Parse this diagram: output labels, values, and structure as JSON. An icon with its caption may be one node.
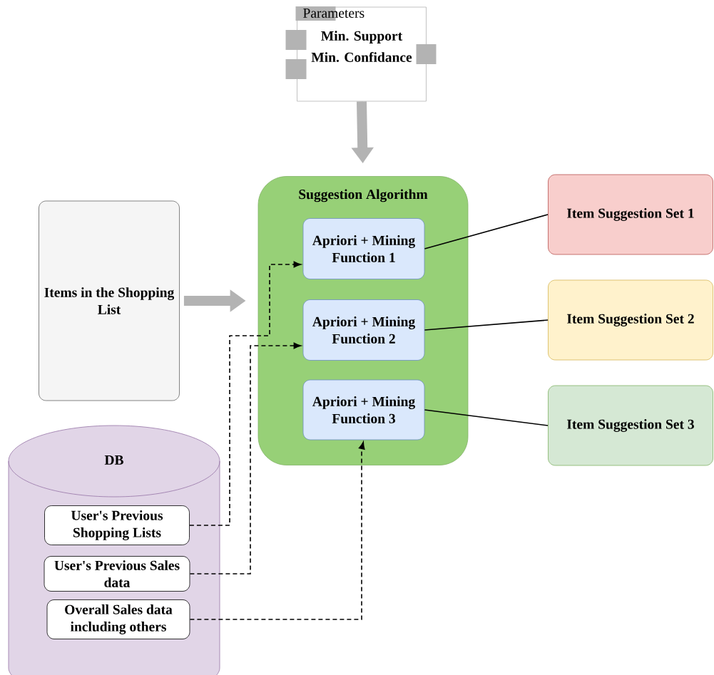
{
  "diagram": {
    "nodes": [
      {
        "text": [
          "Parameters",
          "Min. Support",
          "Min. Confidance"
        ]
      },
      {
        "text": [
          "Items in the Shopping List"
        ]
      },
      {
        "text": [
          "Suggestion Algorithm"
        ]
      },
      {
        "text": [
          "Apriori + Mining Function 1"
        ],
        "in": 2
      },
      {
        "text": [
          "Apriori + Mining Function 2"
        ],
        "in": 2
      },
      {
        "text": [
          "Apriori + Mining Function 3"
        ],
        "in": 2
      },
      {
        "text": [
          "Item Suggestion Set 1"
        ]
      },
      {
        "text": [
          "Item Suggestion Set 2"
        ]
      },
      {
        "text": [
          "Item Suggestion Set 3"
        ]
      },
      {
        "text": [
          "DB"
        ]
      },
      {
        "text": [
          "User's Previous Shopping Lists"
        ],
        "in": 9
      },
      {
        "text": [
          "User's Previous Sales data"
        ],
        "in": 9
      },
      {
        "text": [
          "Overall Sales data including others"
        ],
        "in": 9
      }
    ],
    "edges": [
      {
        "from": 0,
        "to": 2,
        "arrow": "to",
        "style": "thick",
        "color": "#b3b3b3"
      },
      {
        "from": 1,
        "to": 2,
        "arrow": "to",
        "style": "thick",
        "color": "#b3b3b3"
      },
      {
        "from": 3,
        "to": 6,
        "arrow": "none"
      },
      {
        "from": 4,
        "to": 7,
        "arrow": "none"
      },
      {
        "from": 5,
        "to": 8,
        "arrow": "none"
      },
      {
        "from": 10,
        "to": 3,
        "arrow": "to",
        "style": "dashed"
      },
      {
        "from": 11,
        "to": 4,
        "arrow": "to",
        "style": "dashed"
      },
      {
        "from": 12,
        "to": 5,
        "arrow": "to",
        "style": "dashed"
      }
    ]
  }
}
